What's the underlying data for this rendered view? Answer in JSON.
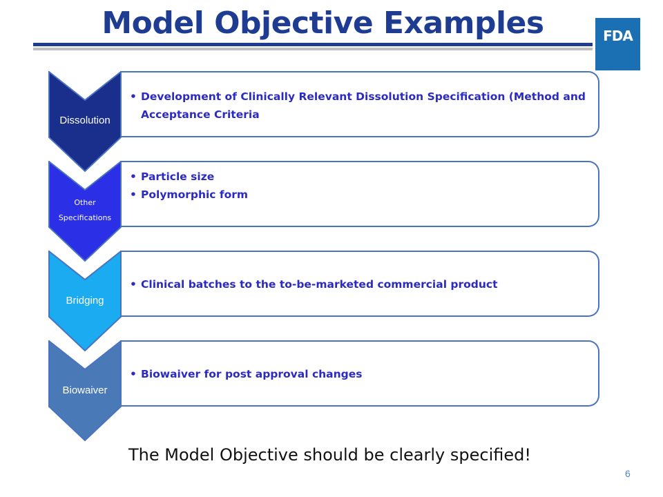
{
  "title": "Model Objective Examples",
  "logo": "FDA",
  "colors": {
    "title": "#1f3c93",
    "bullet_text": "#2b2bc4",
    "box_border": "#4a73bf",
    "dissolution": "#1a2f8c",
    "other_specifications": "#2b2fe6",
    "bridging": "#1aabf0",
    "biowaiver": "#4a79b8"
  },
  "rows": [
    {
      "label": "Dissolution",
      "bullets": [
        "Development of Clinically Relevant Dissolution Specification (Method and Acceptance Criteria"
      ]
    },
    {
      "label_line1": "Other",
      "label_line2": "Specifications",
      "bullets": [
        "Particle size",
        "Polymorphic form"
      ]
    },
    {
      "label": "Bridging",
      "bullets": [
        "Clinical batches to the to-be-marketed commercial product"
      ]
    },
    {
      "label": "Biowaiver",
      "bullets": [
        "Biowaiver for post approval changes"
      ]
    }
  ],
  "footer": "The Model Objective should be clearly specified!",
  "page_number": "6"
}
